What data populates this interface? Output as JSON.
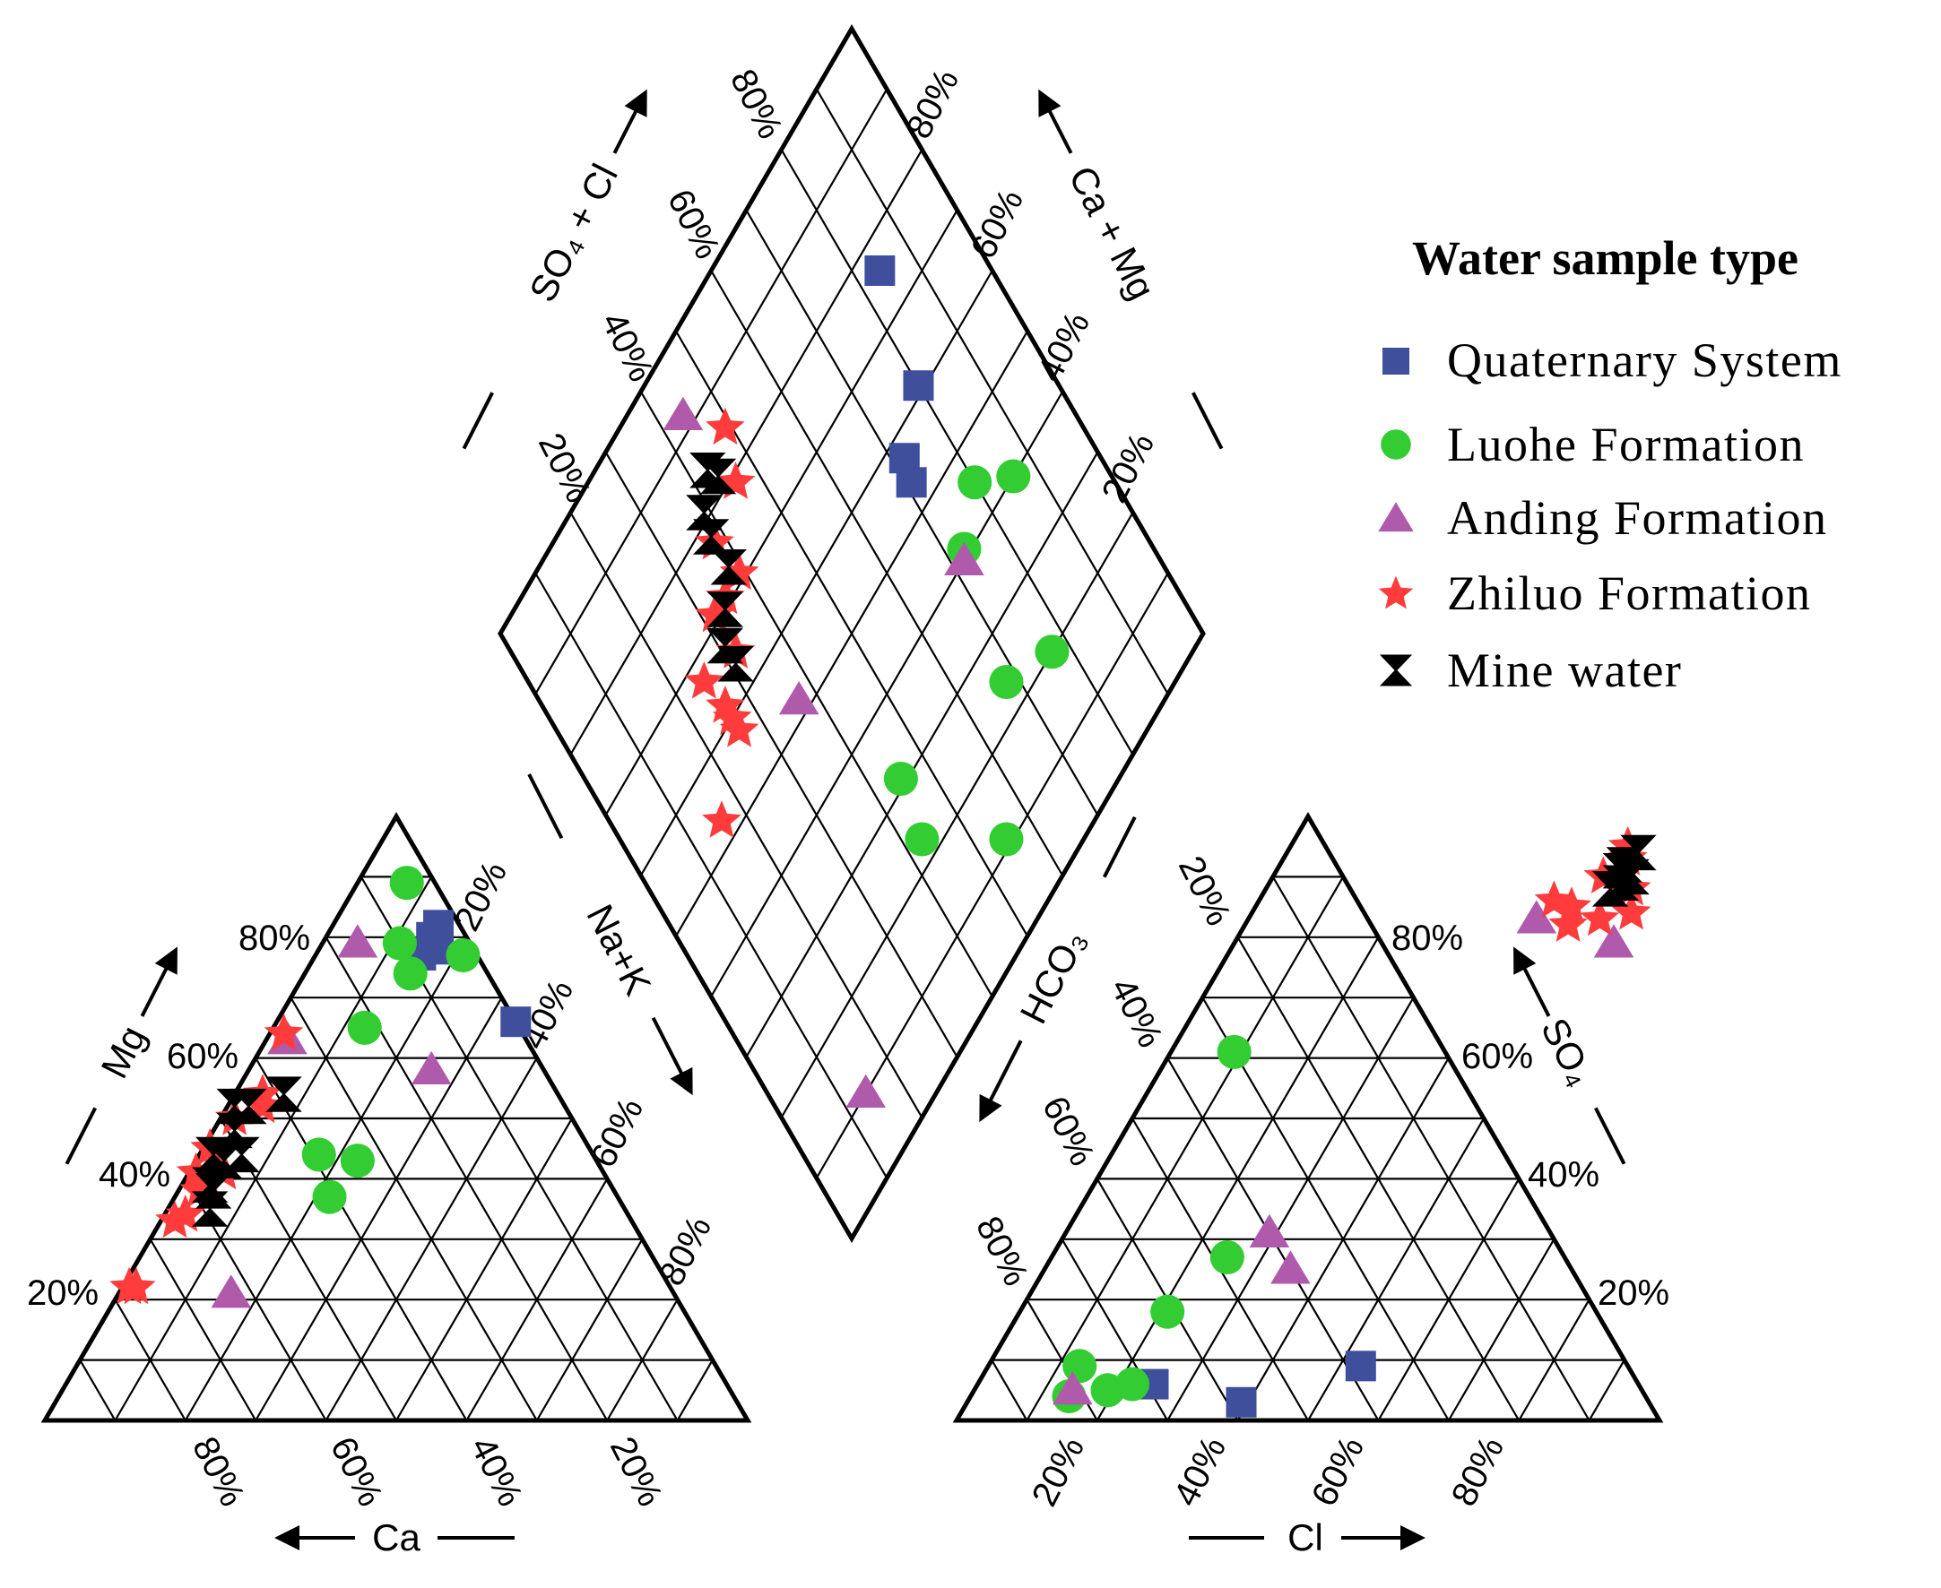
{
  "chart_data": {
    "type": "scatter",
    "subtype": "piper-diagram",
    "legend": {
      "title": "Water sample type",
      "position": "right",
      "entries": [
        {
          "name": "Quaternary System",
          "marker": "square",
          "color": "#3f4f9c"
        },
        {
          "name": "Luohe Formation",
          "marker": "circle",
          "color": "#33cc33"
        },
        {
          "name": "Anding Formation",
          "marker": "triangle",
          "color": "#b05aac"
        },
        {
          "name": "Zhiluo Formation",
          "marker": "star",
          "color": "#ff3b3b"
        },
        {
          "name": "Mine water",
          "marker": "hourglass",
          "color": "#000000"
        }
      ]
    },
    "cation_triangle": {
      "labels": {
        "mg": "Mg",
        "ca": "Ca",
        "nak": "Na+K"
      },
      "ticks_mg": [
        "20%",
        "40%",
        "60%",
        "80%"
      ],
      "ticks_ca": [
        "80%",
        "60%",
        "40%",
        "20%"
      ],
      "ticks_nak": [
        "20%",
        "40%",
        "60%",
        "80%"
      ],
      "series": [
        {
          "name": "Quaternary System",
          "points": [
            [
              15,
              80
            ],
            [
              15,
              82
            ],
            [
              17,
              78
            ],
            [
              15,
              77
            ],
            [
              34,
              66
            ]
          ]
        },
        {
          "name": "Luohe Formation",
          "points": [
            [
              7,
              89
            ],
            [
              11,
              79
            ],
            [
              13,
              65
            ],
            [
              21,
              77
            ],
            [
              15,
              74
            ],
            [
              23,
              43
            ],
            [
              17,
              44
            ],
            [
              22,
              37
            ]
          ]
        },
        {
          "name": "Anding Formation",
          "points": [
            [
              26,
              58
            ],
            [
              3,
              63
            ],
            [
              16,
              21
            ],
            [
              5,
              79
            ]
          ]
        },
        {
          "name": "Zhiluo Formation",
          "points": [
            [
              2,
              64
            ],
            [
              4,
              54
            ],
            [
              5,
              52
            ],
            [
              2,
              50
            ],
            [
              1,
              45
            ],
            [
              5,
              41
            ],
            [
              3,
              40
            ],
            [
              3,
              38
            ],
            [
              1,
              41
            ],
            [
              3,
              34
            ],
            [
              2,
              33
            ],
            [
              2,
              22
            ],
            [
              1,
              22
            ]
          ]
        },
        {
          "name": "Mine water",
          "points": [
            [
              1,
              52
            ],
            [
              3,
              52
            ],
            [
              7,
              54
            ],
            [
              3,
              48
            ],
            [
              6,
              44
            ],
            [
              4,
              43
            ],
            [
              5,
              38
            ],
            [
              6,
              35
            ],
            [
              4,
              39
            ],
            [
              2,
              44
            ]
          ]
        }
      ]
    },
    "anion_triangle": {
      "labels": {
        "so4": "SO₄",
        "cl": "Cl",
        "hco3": "HCO₃"
      },
      "ticks_so4": [
        "20%",
        "40%",
        "60%",
        "80%"
      ],
      "ticks_cl": [
        "20%",
        "40%",
        "60%",
        "80%"
      ],
      "ticks_hco3": [
        "20%",
        "40%",
        "60%",
        "80%"
      ],
      "series": [
        {
          "name": "Quaternary System",
          "points": [
            [
              25,
              6
            ],
            [
              39,
              3
            ],
            [
              53,
              9
            ]
          ]
        },
        {
          "name": "Luohe Formation",
          "points": [
            [
              9,
              61
            ],
            [
              13,
              9
            ],
            [
              14,
              4
            ],
            [
              19,
              5
            ],
            [
              21,
              18
            ],
            [
              22,
              6
            ],
            [
              25,
              27
            ]
          ]
        },
        {
          "name": "Anding Formation",
          "points": [
            [
              14,
              5
            ],
            [
              29,
              31
            ],
            [
              35,
              25
            ],
            [
              41,
              83
            ],
            [
              54,
              79
            ]
          ]
        },
        {
          "name": "Zhiluo Formation",
          "points": [
            [
              48,
              95
            ],
            [
              49,
              93
            ],
            [
              47,
              90
            ],
            [
              52,
              88
            ],
            [
              42,
              86
            ],
            [
              45,
              85
            ],
            [
              50,
              83
            ],
            [
              54,
              84
            ],
            [
              46,
              82
            ]
          ]
        },
        {
          "name": "Mine water",
          "points": [
            [
              49,
              92
            ],
            [
              50,
              94
            ],
            [
              49,
              91
            ],
            [
              51,
              90
            ],
            [
              50,
              89
            ],
            [
              49,
              88
            ]
          ]
        }
      ]
    },
    "diamond": {
      "labels": {
        "so4cl": "SO₄ + Cl",
        "camg": "Ca + Mg"
      },
      "ticks_so4cl": [
        "20%",
        "40%",
        "60%",
        "80%"
      ],
      "ticks_camg": [
        "80%",
        "60%",
        "40%",
        "20%"
      ],
      "series": [
        {
          "name": "Quaternary System",
          "points": [
            [
              16,
              76
            ],
            [
              20,
              61
            ],
            [
              28,
              57
            ],
            [
              29,
              54
            ]
          ]
        },
        {
          "name": "Luohe Formation",
          "points": [
            [
              14,
              40
            ],
            [
              27,
              41
            ],
            [
              23,
              20
            ],
            [
              20,
              45
            ],
            [
              32,
              24
            ],
            [
              45,
              11
            ],
            [
              57,
              23
            ],
            [
              55,
              31
            ]
          ]
        },
        {
          "name": "Anding Formation",
          "points": [
            [
              28,
              40
            ],
            [
              63,
              52
            ],
            [
              86,
              10
            ],
            [
              56,
              92
            ]
          ]
        },
        {
          "name": "Zhiluo Formation",
          "points": [
            [
              51,
              85
            ],
            [
              54,
              79
            ],
            [
              62,
              77
            ],
            [
              61,
              71
            ],
            [
              65,
              71
            ],
            [
              68,
              65
            ],
            [
              68,
              71
            ],
            [
              74,
              60
            ],
            [
              74,
              62
            ],
            [
              75,
              67
            ],
            [
              74,
              58
            ],
            [
              84,
              53
            ]
          ]
        },
        {
          "name": "Mine water",
          "points": [
            [
              57,
              84
            ],
            [
              56,
              82
            ],
            [
              61,
              81
            ],
            [
              62,
              78
            ],
            [
              62,
              73
            ],
            [
              66,
              70
            ],
            [
              69,
              67
            ],
            [
              69,
              64
            ]
          ]
        }
      ]
    }
  }
}
